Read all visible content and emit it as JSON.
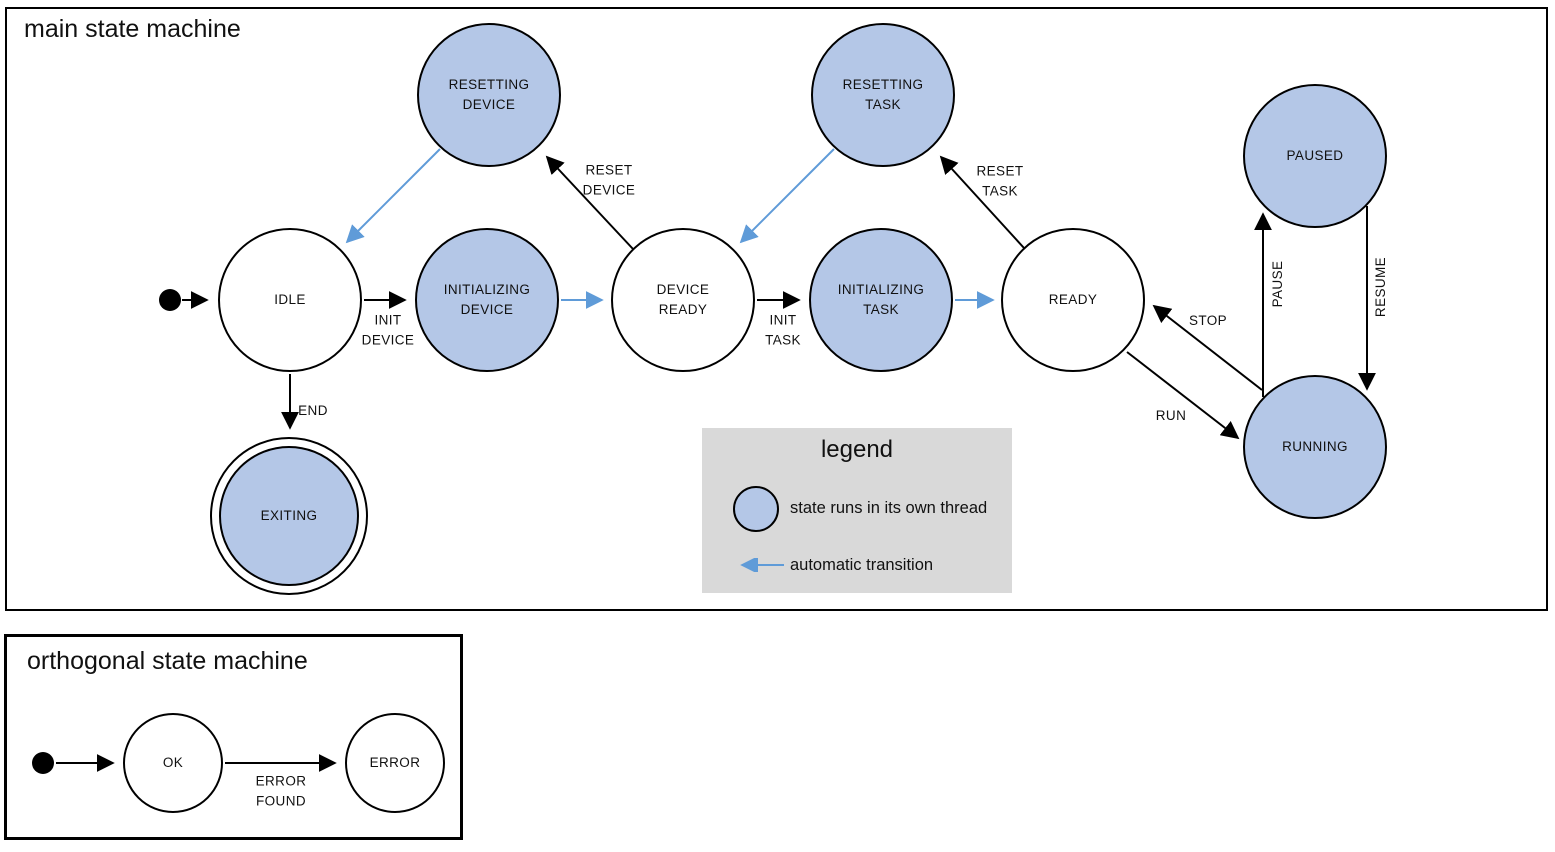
{
  "main": {
    "title": "main state machine",
    "states": {
      "idle": "IDLE",
      "initializing_device": "INITIALIZING\nDEVICE",
      "device_ready": "DEVICE\nREADY",
      "resetting_device": "RESETTING\nDEVICE",
      "initializing_task": "INITIALIZING\nTASK",
      "ready": "READY",
      "resetting_task": "RESETTING\nTASK",
      "paused": "PAUSED",
      "running": "RUNNING",
      "exiting": "EXITING"
    },
    "transitions": {
      "init_device": "INIT\nDEVICE",
      "reset_device": "RESET\nDEVICE",
      "init_task": "INIT\nTASK",
      "reset_task": "RESET\nTASK",
      "run": "RUN",
      "stop": "STOP",
      "pause": "PAUSE",
      "resume": "RESUME",
      "end": "END"
    }
  },
  "legend": {
    "title": "legend",
    "thread_label": "state runs in its own thread",
    "auto_label": "automatic transition"
  },
  "orthogonal": {
    "title": "orthogonal state machine",
    "states": {
      "ok": "OK",
      "error": "ERROR"
    },
    "transitions": {
      "error_found": "ERROR\nFOUND"
    }
  },
  "colors": {
    "threaded_state_fill": "#b4c7e7",
    "state_border": "#000000",
    "auto_transition_blue": "#5f9bd8",
    "legend_background": "#d9d9d9",
    "text": "#111111"
  }
}
